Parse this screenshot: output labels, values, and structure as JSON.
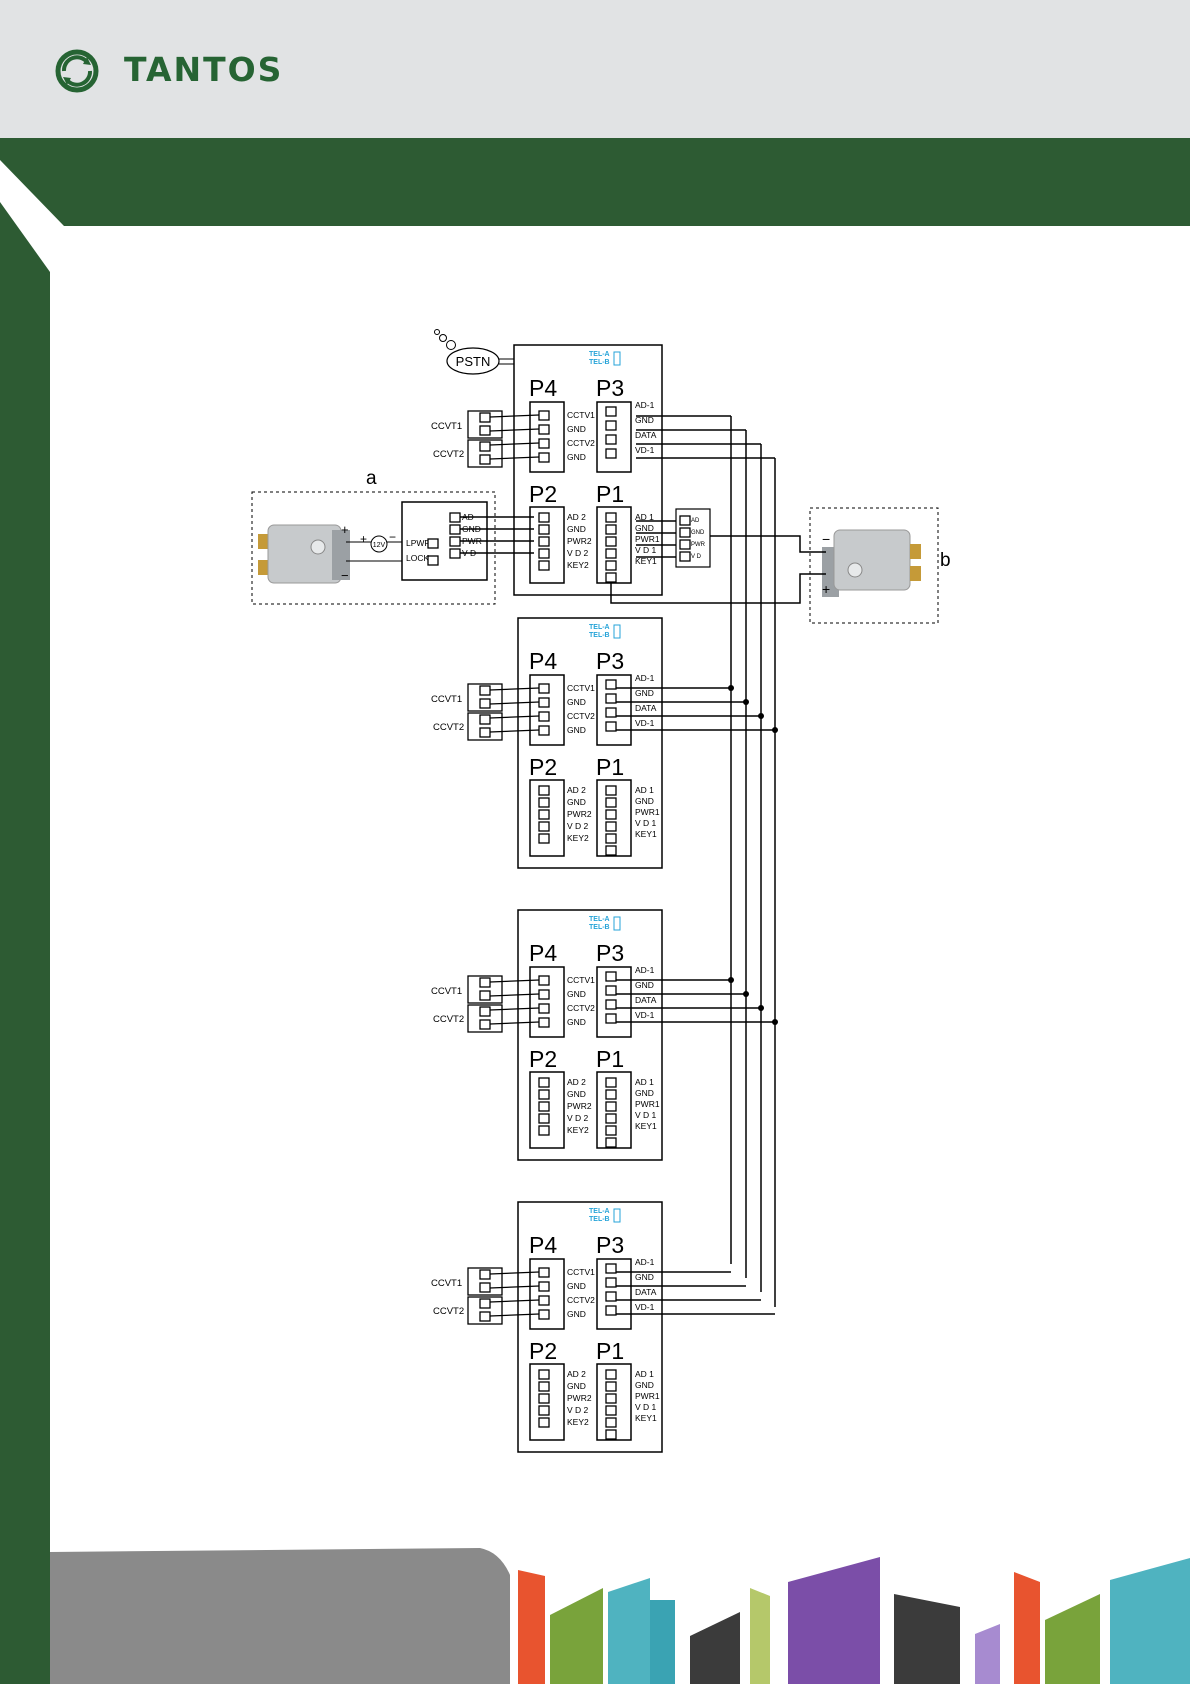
{
  "brand": {
    "name": "TANTOS",
    "color": "#266433"
  },
  "labels": {
    "pstn": "PSTN",
    "tel_a": "TEL-A",
    "tel_b": "TEL-B",
    "a": "a",
    "b": "b",
    "p1": "P1",
    "p2": "P2",
    "p3": "P3",
    "p4": "P4",
    "cctv1": "CCTV1",
    "cctv2": "CCTV2",
    "gnd": "GND",
    "ccvt1": "CCVT1",
    "ccvt2": "CCVT2",
    "ad1": "AD-1",
    "gnd3": "GND",
    "data": "DATA",
    "vd1": "VD-1",
    "ad2": "AD 2",
    "gnd2": "GND",
    "pwr2": "PWR2",
    "vd2": "V D 2",
    "key2": "KEY2",
    "p1_ad": "AD 1",
    "p1_gnd": "GND",
    "p1_pwr": "PWR1",
    "p1_vd": "V D 1",
    "p1_key": "KEY1",
    "ad": "AD",
    "gndc": "GND",
    "pwr": "PWR",
    "vd": "V D",
    "lpwr": "LPWR",
    "lock": "LOCK",
    "v12": "12V",
    "plus": "+",
    "minus": "−"
  }
}
